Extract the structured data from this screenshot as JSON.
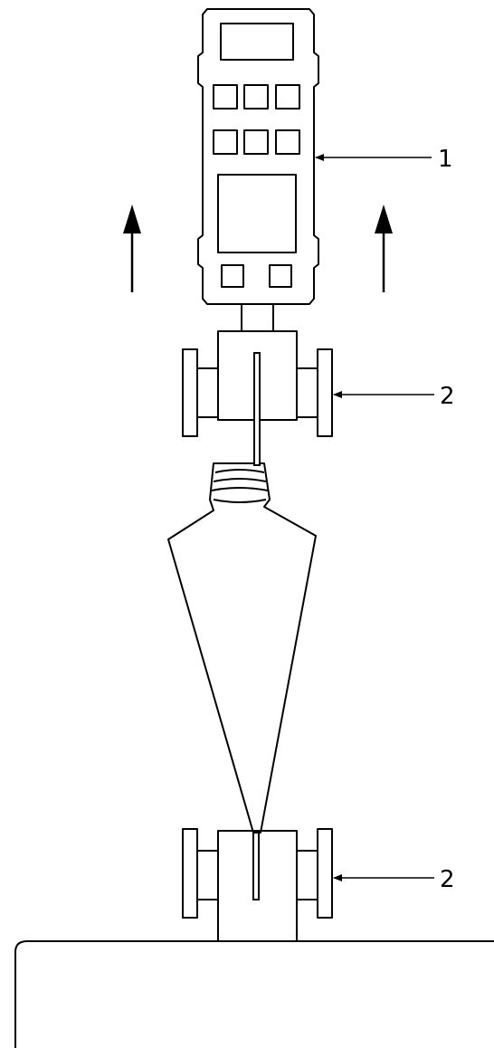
{
  "callouts": [
    {
      "id": "1",
      "label": "1"
    },
    {
      "id": "2a",
      "label": "2"
    },
    {
      "id": "2b",
      "label": "2"
    }
  ],
  "colors": {
    "line": "#000000",
    "background": "#ffffff"
  }
}
